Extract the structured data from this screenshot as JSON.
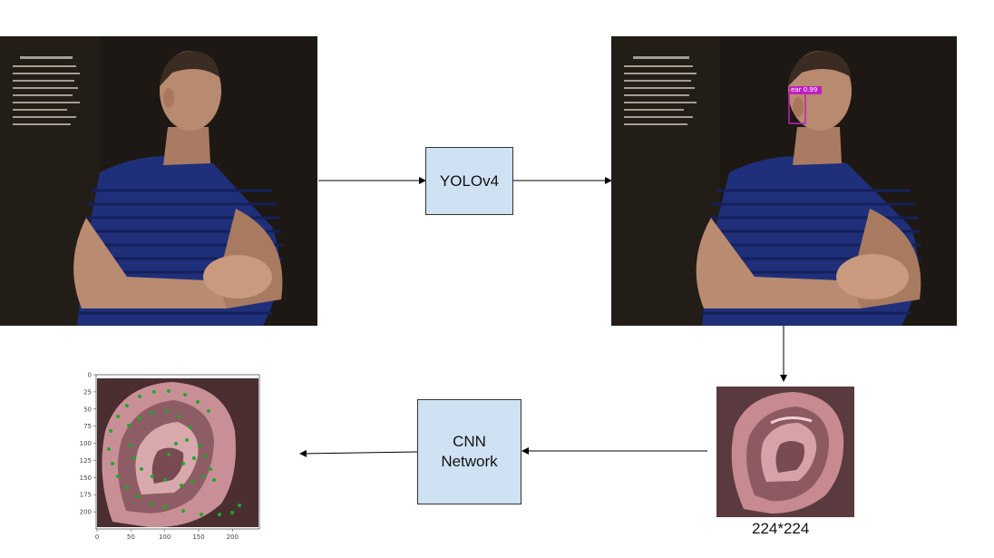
{
  "nodes": {
    "yolo": {
      "label": "YOLOv4"
    },
    "cnn": {
      "label": "CNN\nNetwork"
    }
  },
  "crop_caption": "224*224",
  "detection_label": "ear 0.99",
  "plot": {
    "x_ticks": [
      "0",
      "50",
      "100",
      "150",
      "200"
    ],
    "y_ticks": [
      "0",
      "25",
      "50",
      "75",
      "100",
      "125",
      "150",
      "175",
      "200"
    ]
  },
  "colors": {
    "node_fill": "#cfe2f3",
    "landmark": "#1fa82a",
    "detection_box": "#c020c0"
  }
}
